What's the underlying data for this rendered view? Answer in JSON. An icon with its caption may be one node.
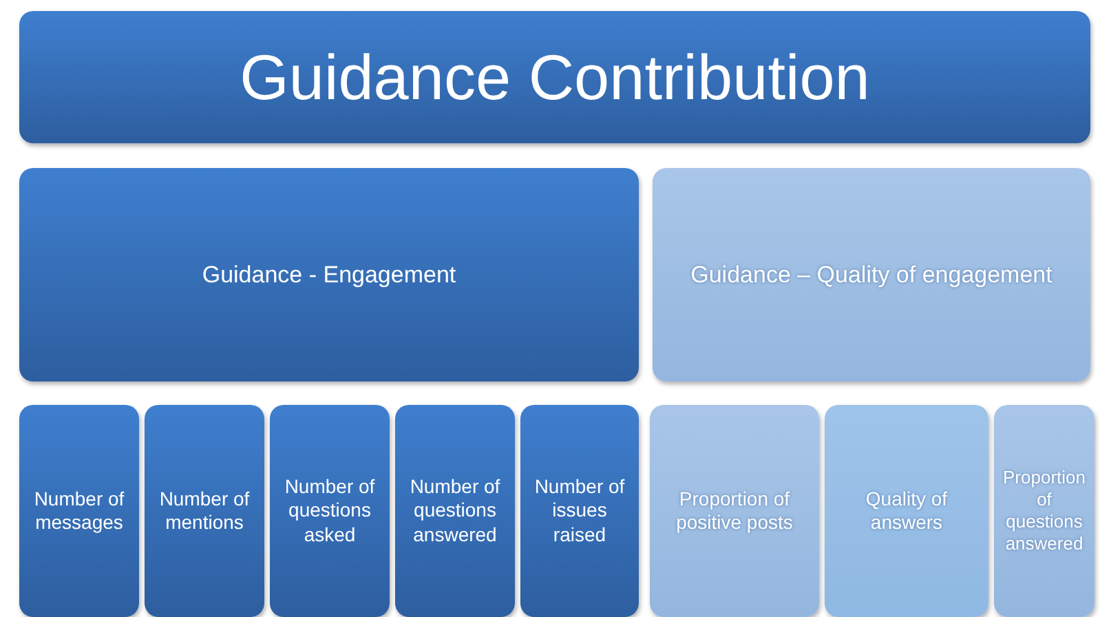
{
  "diagram": {
    "nodes": [
      {
        "text": [
          "Guidance Contribution"
        ]
      },
      {
        "text": [
          "Guidance - Engagement"
        ]
      },
      {
        "text": [
          "Guidance – Quality of engagement"
        ]
      },
      {
        "text": [
          "Number of messages"
        ]
      },
      {
        "text": [
          "Number of mentions"
        ]
      },
      {
        "text": [
          "Number of questions asked"
        ]
      },
      {
        "text": [
          "Number of questions answered"
        ]
      },
      {
        "text": [
          "Number of issues raised"
        ]
      },
      {
        "text": [
          "Proportion of positive posts"
        ]
      },
      {
        "text": [
          "Quality of answers"
        ]
      },
      {
        "text": [
          "Proportion of questions answered"
        ]
      }
    ]
  }
}
